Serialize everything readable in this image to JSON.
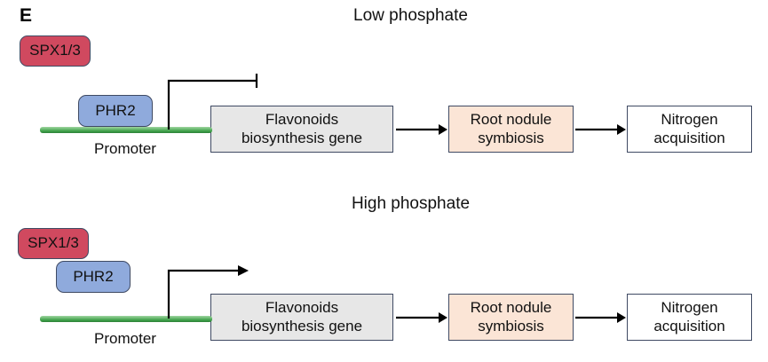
{
  "figure": {
    "panel_label": "E",
    "labels": {
      "spx": "SPX1/3",
      "phr": "PHR2",
      "promoter": "Promoter",
      "flavonoids_gene": "Flavonoids biosynthesis gene",
      "root_nodule": "Root nodule symbiosis",
      "nitrogen": "Nitrogen acquisition"
    },
    "panels": [
      {
        "id": "low-phosphate",
        "title": "Low phosphate",
        "promoter_output": "blocked"
      },
      {
        "id": "high-phosphate",
        "title": "High phosphate",
        "promoter_output": "active"
      }
    ],
    "colors": {
      "spx_fill": "#d0495f",
      "phr_fill": "#8faadc",
      "gene_fill": "#e7e7e7",
      "symbiosis_fill": "#fbe5d6",
      "nitrogen_fill": "#ffffff",
      "box_border": "#3f4a63",
      "promoter_green": "#3c9e47",
      "arrow": "#000000"
    }
  }
}
